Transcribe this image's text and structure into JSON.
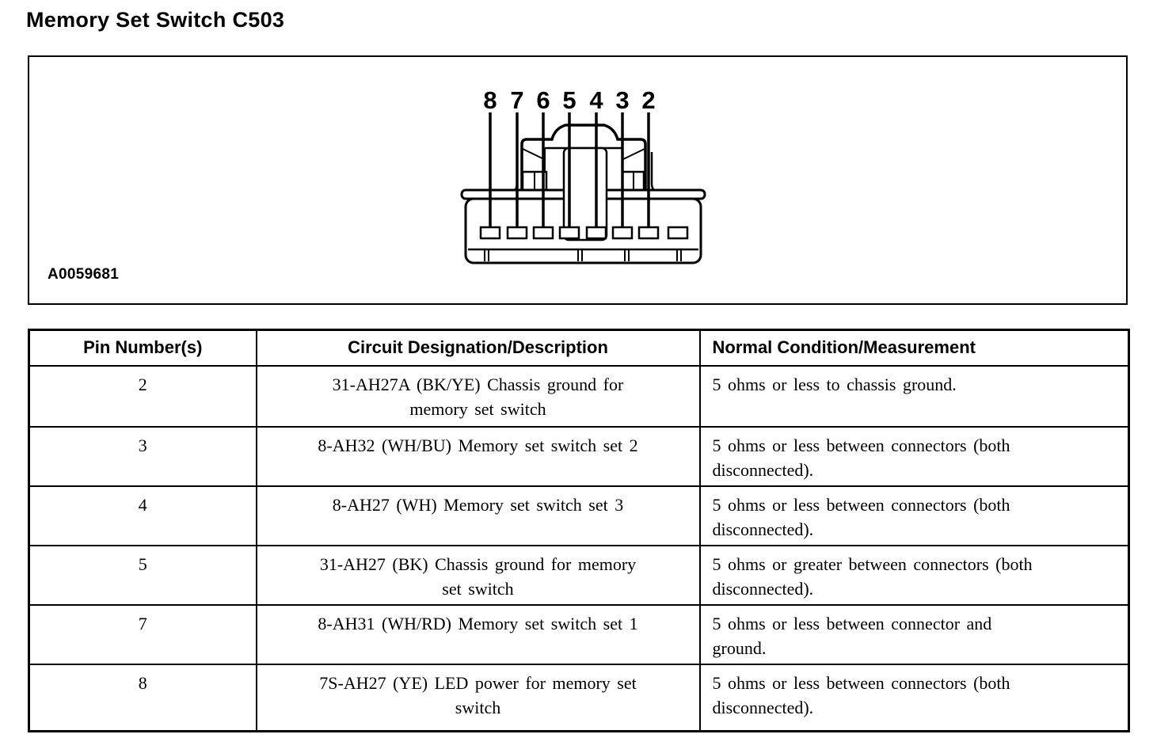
{
  "page": {
    "title": "Memory Set Switch C503"
  },
  "diagram": {
    "figure_id": "A0059681",
    "description": "Rear view of memory set switch connector C503 with 8 terminal cavities",
    "pin_labels": [
      "8",
      "7",
      "6",
      "5",
      "4",
      "3",
      "2"
    ]
  },
  "table": {
    "headers": [
      "Pin Number(s)",
      "Circuit Designation/Description",
      "Normal Condition/Measurement"
    ],
    "rows": [
      {
        "pin": "2",
        "circuit": "31-AH27A (BK/YE) Chassis ground for\nmemory set switch",
        "condition": "5 ohms or less to chassis ground."
      },
      {
        "pin": "3",
        "circuit": "8-AH32 (WH/BU) Memory set switch set 2",
        "condition": "5 ohms or less between connectors (both\ndisconnected)."
      },
      {
        "pin": "4",
        "circuit": "8-AH27 (WH) Memory set switch set 3",
        "condition": "5 ohms or less between connectors (both\ndisconnected)."
      },
      {
        "pin": "5",
        "circuit": "31-AH27 (BK) Chassis ground for memory\nset switch",
        "condition": "5 ohms or greater between connectors (both\ndisconnected)."
      },
      {
        "pin": "7",
        "circuit": "8-AH31 (WH/RD) Memory set switch set 1",
        "condition": "5 ohms or less between connector and\nground."
      },
      {
        "pin": "8",
        "circuit": "7S-AH27 (YE) LED power for memory set\nswitch",
        "condition": "5 ohms or less between connectors (both\ndisconnected)."
      }
    ]
  }
}
